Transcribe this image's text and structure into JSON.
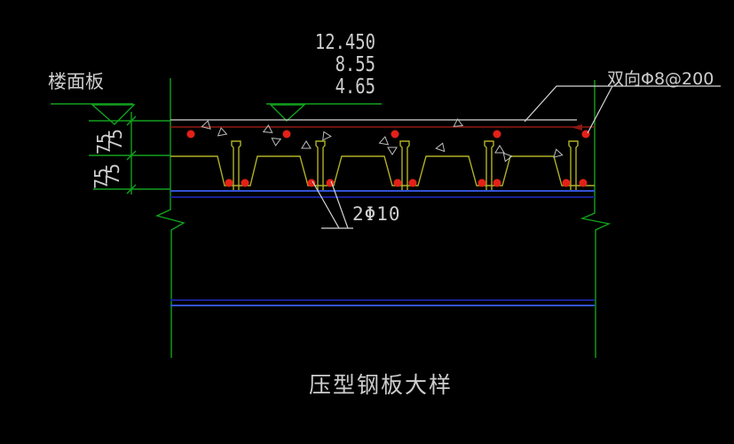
{
  "title": "压型钢板大样",
  "labels": {
    "floor_slab": "楼面板",
    "mesh": "双向Φ8@200",
    "bottom_bars": "2Φ10"
  },
  "elevations": [
    "12.450",
    "8.55",
    "4.65"
  ],
  "dimensions": {
    "values": [
      "75",
      "75",
      "75",
      "75"
    ]
  },
  "colors": {
    "background": "#000000",
    "line_green": "#12a01e",
    "line_white": "#d5d5d5",
    "line_yellow": "#b0b028",
    "rebar_line_red": "#8f1a12",
    "rebar_dot_red": "#e32118",
    "beam_blue_bright": "#3352d6",
    "beam_blue_dark": "#1a1f96",
    "text_gray": "#cdcdcd"
  }
}
